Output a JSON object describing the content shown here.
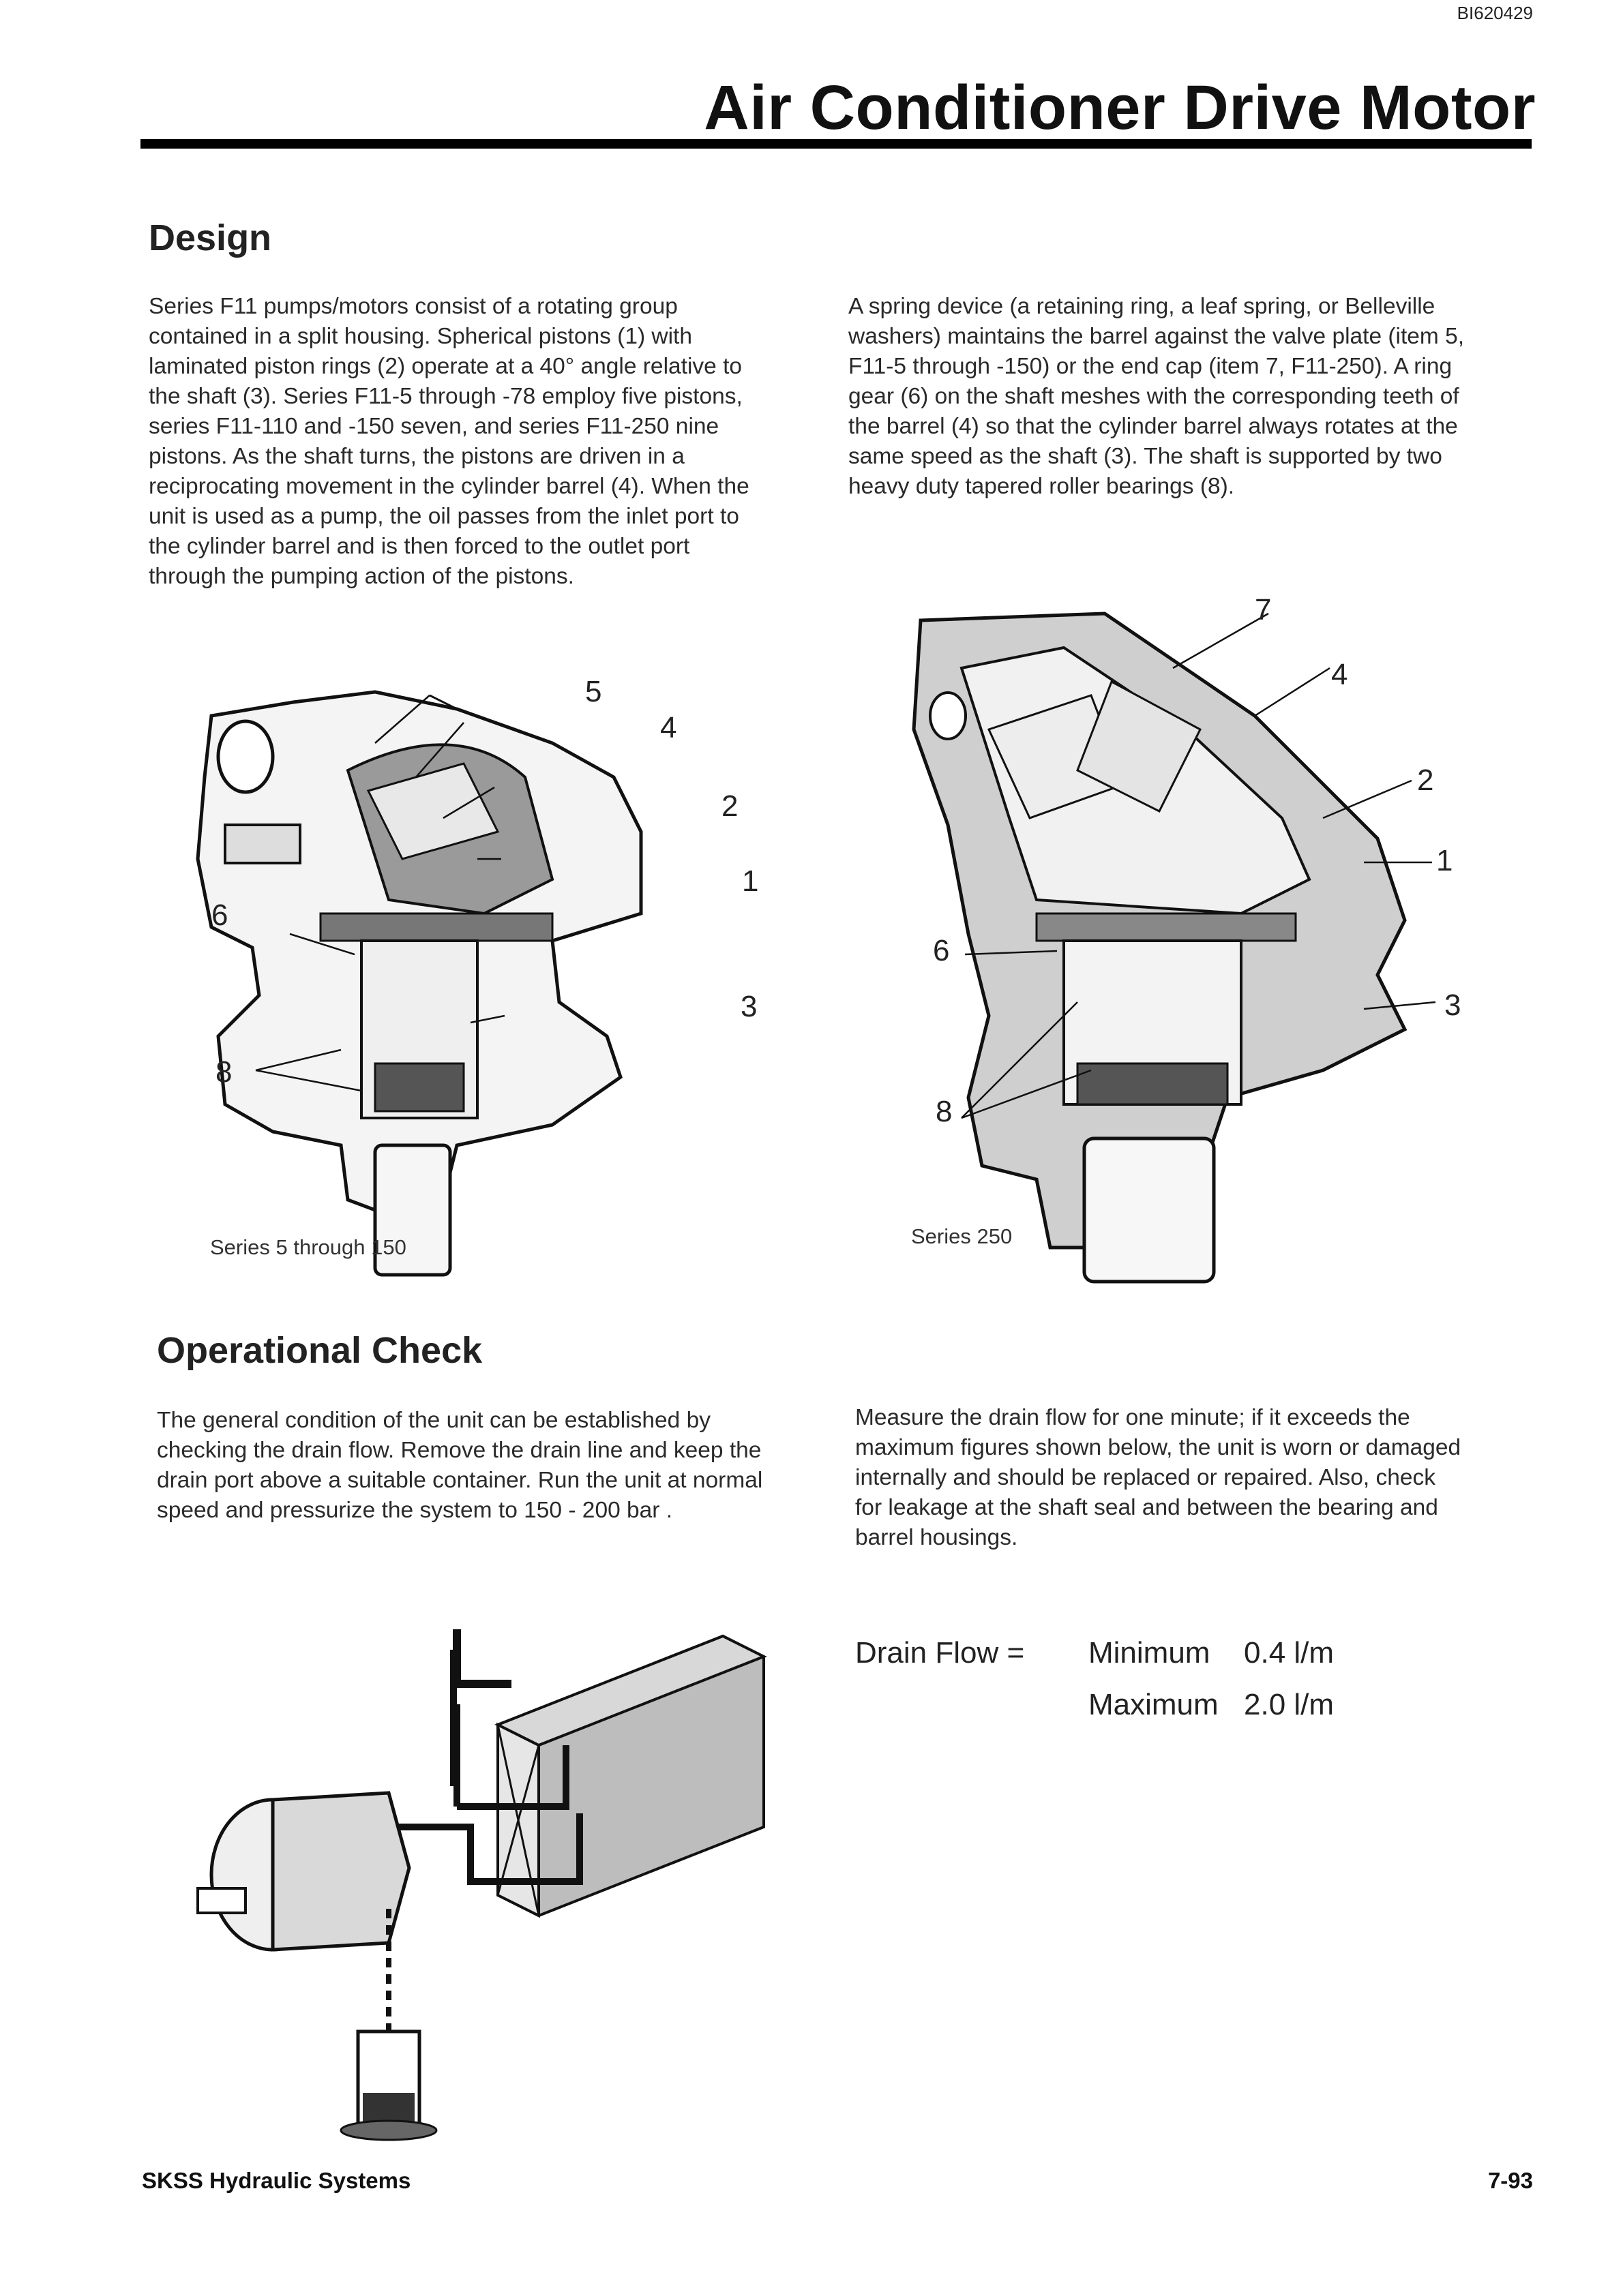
{
  "header": {
    "doc_id": "BI620429",
    "title": "Air Conditioner Drive Motor"
  },
  "design": {
    "heading": "Design",
    "col1": "Series F11 pumps/motors consist of a rotating group\ncontained in a split housing. Spherical pistons (1)  with\nlaminated piston rings (2) operate at a 40° angle relative to\nthe shaft (3). Series F11-5 through -78 employ five pistons,\nseries F11-110 and  -150 seven, and series F11-250 nine\npistons. As the shaft turns, the pistons are driven in a\nreciprocating movement in the cylinder barrel (4). When the\nunit is used as a pump, the oil passes from the inlet port to\nthe cylinder barrel and is then forced to the outlet port\nthrough the pumping action of the pistons.",
    "col2": "A spring device (a retaining ring, a leaf spring, or Belleville\nwashers) maintains the barrel against the valve plate (item 5,\nF11-5 through -150) or the end cap (item 7,  F11-250). A ring\ngear (6) on the shaft meshes with the corresponding teeth of\nthe barrel (4) so that the cylinder barrel always rotates at the\nsame speed as the shaft (3). The shaft is supported by two\nheavy duty tapered roller bearings (8)."
  },
  "figures": {
    "left": {
      "caption": "Series 5 through 150",
      "labels": [
        "5",
        "4",
        "2",
        "1",
        "6",
        "3",
        "8"
      ]
    },
    "right": {
      "caption": "Series 250",
      "labels": [
        "7",
        "4",
        "2",
        "1",
        "6",
        "3",
        "8"
      ]
    }
  },
  "operational": {
    "heading": "Operational Check",
    "col1": "The general condition of the unit can be established by\nchecking the drain flow. Remove the drain line and keep the\ndrain port above a suitable container. Run the unit at normal\nspeed and pressurize the system to 150 - 200 bar .",
    "col2": "Measure the drain flow for one minute; if it exceeds the\nmaximum figures shown below, the unit is worn or damaged\ninternally and should be replaced or repaired. Also, check\nfor leakage at the shaft seal and between the bearing and\nbarrel housings."
  },
  "drain_flow": {
    "label": "Drain Flow  =",
    "min_label": "Minimum",
    "min_value": "0.4 l/m",
    "max_label": "Maximum",
    "max_value": "2.0  l/m"
  },
  "footer": {
    "left": "SKSS Hydraulic Systems",
    "right": "7-93"
  }
}
